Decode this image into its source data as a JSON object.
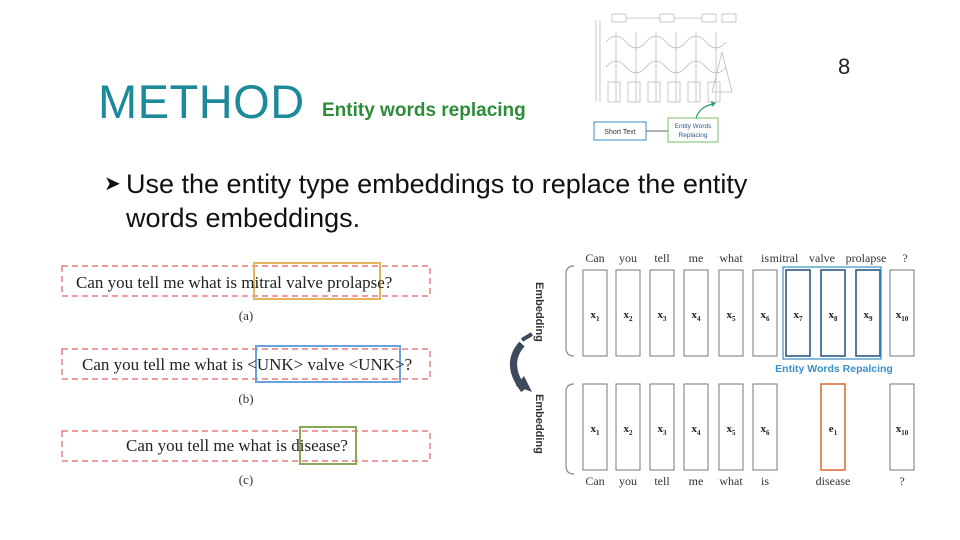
{
  "page_number": "8",
  "title": {
    "main": "METHOD",
    "sub": "Entity words replacing"
  },
  "bullet": {
    "text": "Use the entity type embeddings to replace the entity words embeddings."
  },
  "thumbnail": {
    "short_text_label": "Short Text",
    "replace_label_line1": "Entity Words",
    "replace_label_line2": "Replacing"
  },
  "sentences": [
    {
      "prefix": "Can you tell me what is ",
      "highlight": "mitral valve prolapse",
      "suffix": "?",
      "caption": "(a)",
      "box_color": "#e3b45a"
    },
    {
      "prefix": "Can you tell me what is ",
      "highlight": "<UNK> valve <UNK>",
      "suffix": "?",
      "caption": "(b)",
      "box_color": "#6aa3d8"
    },
    {
      "prefix": "Can you tell me what is ",
      "highlight": "disease",
      "suffix": "?",
      "caption": "(c)",
      "box_color": "#8aa85a"
    }
  ],
  "diagram": {
    "top_words": [
      "Can",
      "you",
      "tell",
      "me",
      "what",
      "is",
      "mitral",
      "valve",
      "prolapse",
      "?"
    ],
    "top_tokens": [
      "x1",
      "x2",
      "x3",
      "x4",
      "x5",
      "x6",
      "x7",
      "x8",
      "x9",
      "x10"
    ],
    "bottom_tokens": [
      "x1",
      "x2",
      "x3",
      "x4",
      "x5",
      "x6",
      "e1",
      "x10"
    ],
    "bottom_words": [
      "Can",
      "you",
      "tell",
      "me",
      "what",
      "is",
      "disease",
      "?"
    ],
    "embedding_label": "Embedding",
    "repl_label": "Entity Words Repalcing",
    "colors": {
      "entity_box": "#2b5a8c",
      "entity_type": "#e0703a",
      "accent": "#3a8fc9"
    }
  }
}
